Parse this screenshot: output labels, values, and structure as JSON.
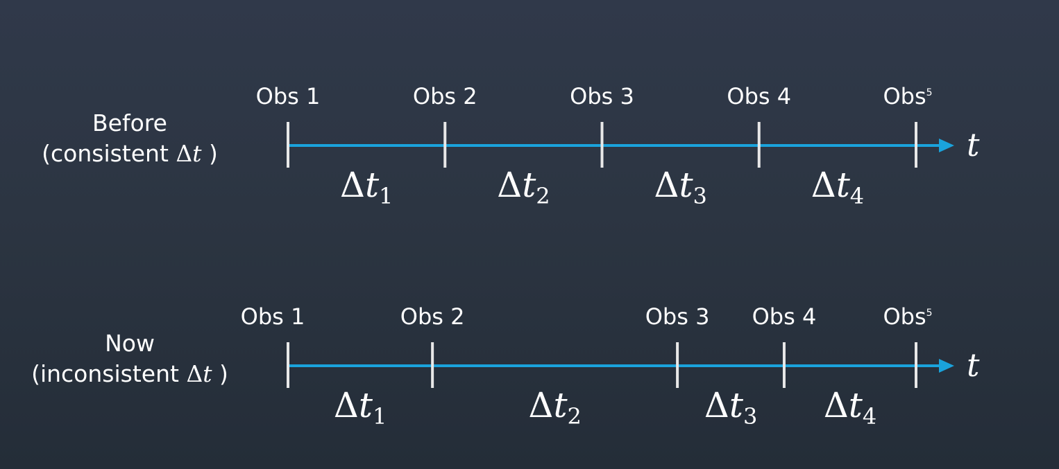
{
  "colors": {
    "timeline": "#1aa3dc",
    "ticks": "#e8e8e8",
    "text": "#ffffff",
    "background": "#2c3542"
  },
  "rows": [
    {
      "label_line1": "Before",
      "label_line2_prefix": "(consistent ",
      "label_delta": "Δ",
      "label_var": "t",
      "label_close": ")",
      "axis_symbol": "t",
      "observations": [
        {
          "name": "Obs",
          "num": "1",
          "small": false,
          "time": 0
        },
        {
          "name": "Obs",
          "num": "2",
          "small": false,
          "time": 1
        },
        {
          "name": "Obs",
          "num": "3",
          "small": false,
          "time": 2
        },
        {
          "name": "Obs",
          "num": "4",
          "small": false,
          "time": 3
        },
        {
          "name": "Obs",
          "num": "5",
          "small": true,
          "time": 4
        }
      ],
      "intervals": [
        {
          "delta": "Δ",
          "var": "t",
          "sub": "1"
        },
        {
          "delta": "Δ",
          "var": "t",
          "sub": "2"
        },
        {
          "delta": "Δ",
          "var": "t",
          "sub": "3"
        },
        {
          "delta": "Δ",
          "var": "t",
          "sub": "4"
        }
      ]
    },
    {
      "label_line1": "Now",
      "label_line2_prefix": "(inconsistent ",
      "label_delta": "Δ",
      "label_var": "t",
      "label_close": ")",
      "axis_symbol": "t",
      "observations": [
        {
          "name": "Obs",
          "num": "1",
          "small": false,
          "time": 0
        },
        {
          "name": "Obs",
          "num": "2",
          "small": false,
          "time": 0.92
        },
        {
          "name": "Obs",
          "num": "3",
          "small": false,
          "time": 2.48
        },
        {
          "name": "Obs",
          "num": "4",
          "small": false,
          "time": 3.16
        },
        {
          "name": "Obs",
          "num": "5",
          "small": true,
          "time": 4
        }
      ],
      "intervals": [
        {
          "delta": "Δ",
          "var": "t",
          "sub": "1"
        },
        {
          "delta": "Δ",
          "var": "t",
          "sub": "2"
        },
        {
          "delta": "Δ",
          "var": "t",
          "sub": "3"
        },
        {
          "delta": "Δ",
          "var": "t",
          "sub": "4"
        }
      ]
    }
  ]
}
